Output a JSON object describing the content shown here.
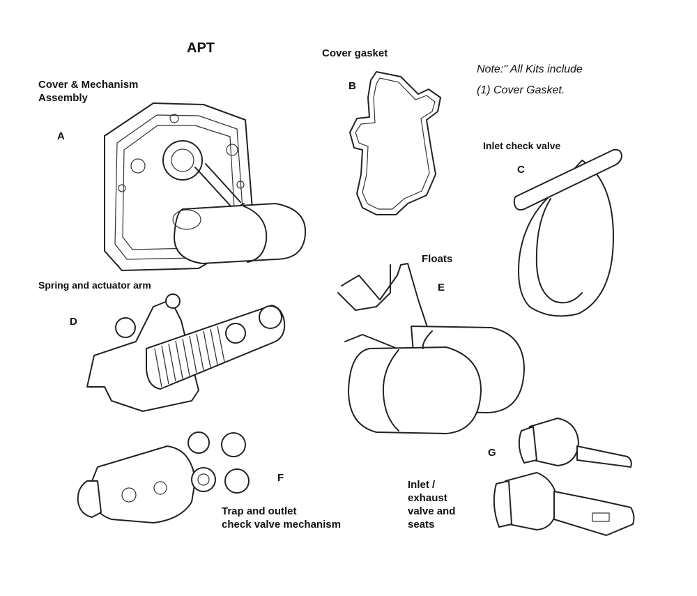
{
  "title": "APT",
  "note": {
    "line1": "Note:\" All Kits include",
    "line2": "(1) Cover Gasket."
  },
  "parts": [
    {
      "letter": "A",
      "name_lines": [
        "Cover & Mechanism",
        "Assembly"
      ]
    },
    {
      "letter": "B",
      "name_lines": [
        "Cover gasket"
      ]
    },
    {
      "letter": "C",
      "name_lines": [
        "Inlet check valve"
      ]
    },
    {
      "letter": "D",
      "name_lines": [
        "Spring and actuator arm"
      ]
    },
    {
      "letter": "E",
      "name_lines": [
        "Floats"
      ]
    },
    {
      "letter": "F",
      "name_lines": [
        "Trap and outlet",
        "check valve mechanism"
      ]
    },
    {
      "letter": "G",
      "name_lines": [
        "Inlet /",
        "exhaust",
        "valve and",
        "seats"
      ]
    }
  ]
}
